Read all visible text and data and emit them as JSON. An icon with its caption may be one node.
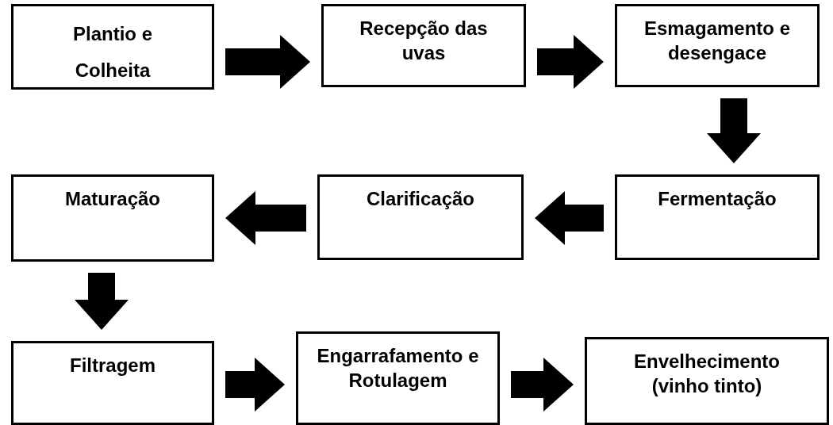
{
  "diagram": {
    "nodes": [
      {
        "text": [
          "Plantio e Colheita"
        ]
      },
      {
        "text": [
          "Recepção das uvas"
        ]
      },
      {
        "text": [
          "Esmagamento e desengace"
        ]
      },
      {
        "text": [
          "Maturação"
        ]
      },
      {
        "text": [
          "Clarificação"
        ]
      },
      {
        "text": [
          "Fermentação"
        ]
      },
      {
        "text": [
          "Filtragem"
        ]
      },
      {
        "text": [
          "Engarrafamento e Rotulagem"
        ]
      },
      {
        "text": [
          "Envelhecimento (vinho tinto)"
        ]
      }
    ],
    "edges": [
      {
        "from": 0,
        "to": 1,
        "arrow": "to"
      },
      {
        "from": 1,
        "to": 2,
        "arrow": "to"
      },
      {
        "from": 2,
        "to": 5,
        "arrow": "to"
      },
      {
        "from": 5,
        "to": 4,
        "arrow": "to"
      },
      {
        "from": 4,
        "to": 3,
        "arrow": "to"
      },
      {
        "from": 3,
        "to": 6,
        "arrow": "to"
      },
      {
        "from": 6,
        "to": 7,
        "arrow": "to"
      },
      {
        "from": 7,
        "to": 8,
        "arrow": "to"
      }
    ]
  }
}
